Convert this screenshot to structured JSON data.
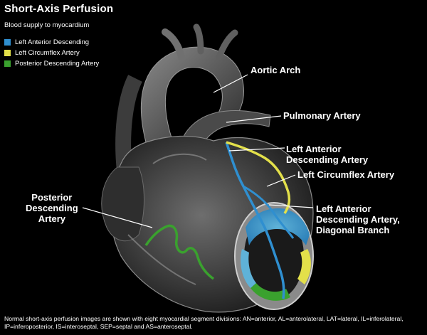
{
  "header": {
    "title": "Short-Axis Perfusion",
    "subtitle": "Blood supply to myocardium"
  },
  "legend": {
    "items": [
      {
        "label": "Left Anterior Descending",
        "color": "#2f8fd0"
      },
      {
        "label": "Left Circumflex Artery",
        "color": "#e3e04a"
      },
      {
        "label": "Posterior Descending Artery",
        "color": "#3aa12e"
      }
    ]
  },
  "labels": {
    "aortic_arch": "Aortic Arch",
    "pulmonary_artery": "Pulmonary Artery",
    "lad": "Left Anterior\nDescending Artery",
    "lcx": "Left Circumflex Artery",
    "lad_diagonal": "Left Anterior\nDescending Artery,\nDiagonal Branch",
    "pda": "Posterior\nDescending\nArtery"
  },
  "footnote": "Normal short-axis perfusion images are shown with eight myocardial segment divisions:  AN=anterior, AL=anterolateral, LAT=lateral, IL=inferolateral, IP=inferoposterior, IS=interoseptal, SEP=septal and AS=anteroseptal.",
  "colors": {
    "background": "#000000",
    "heart": "#5a5a5a",
    "lad": "#2f8fd0",
    "lcx": "#e3e04a",
    "pda": "#3aa12e"
  }
}
